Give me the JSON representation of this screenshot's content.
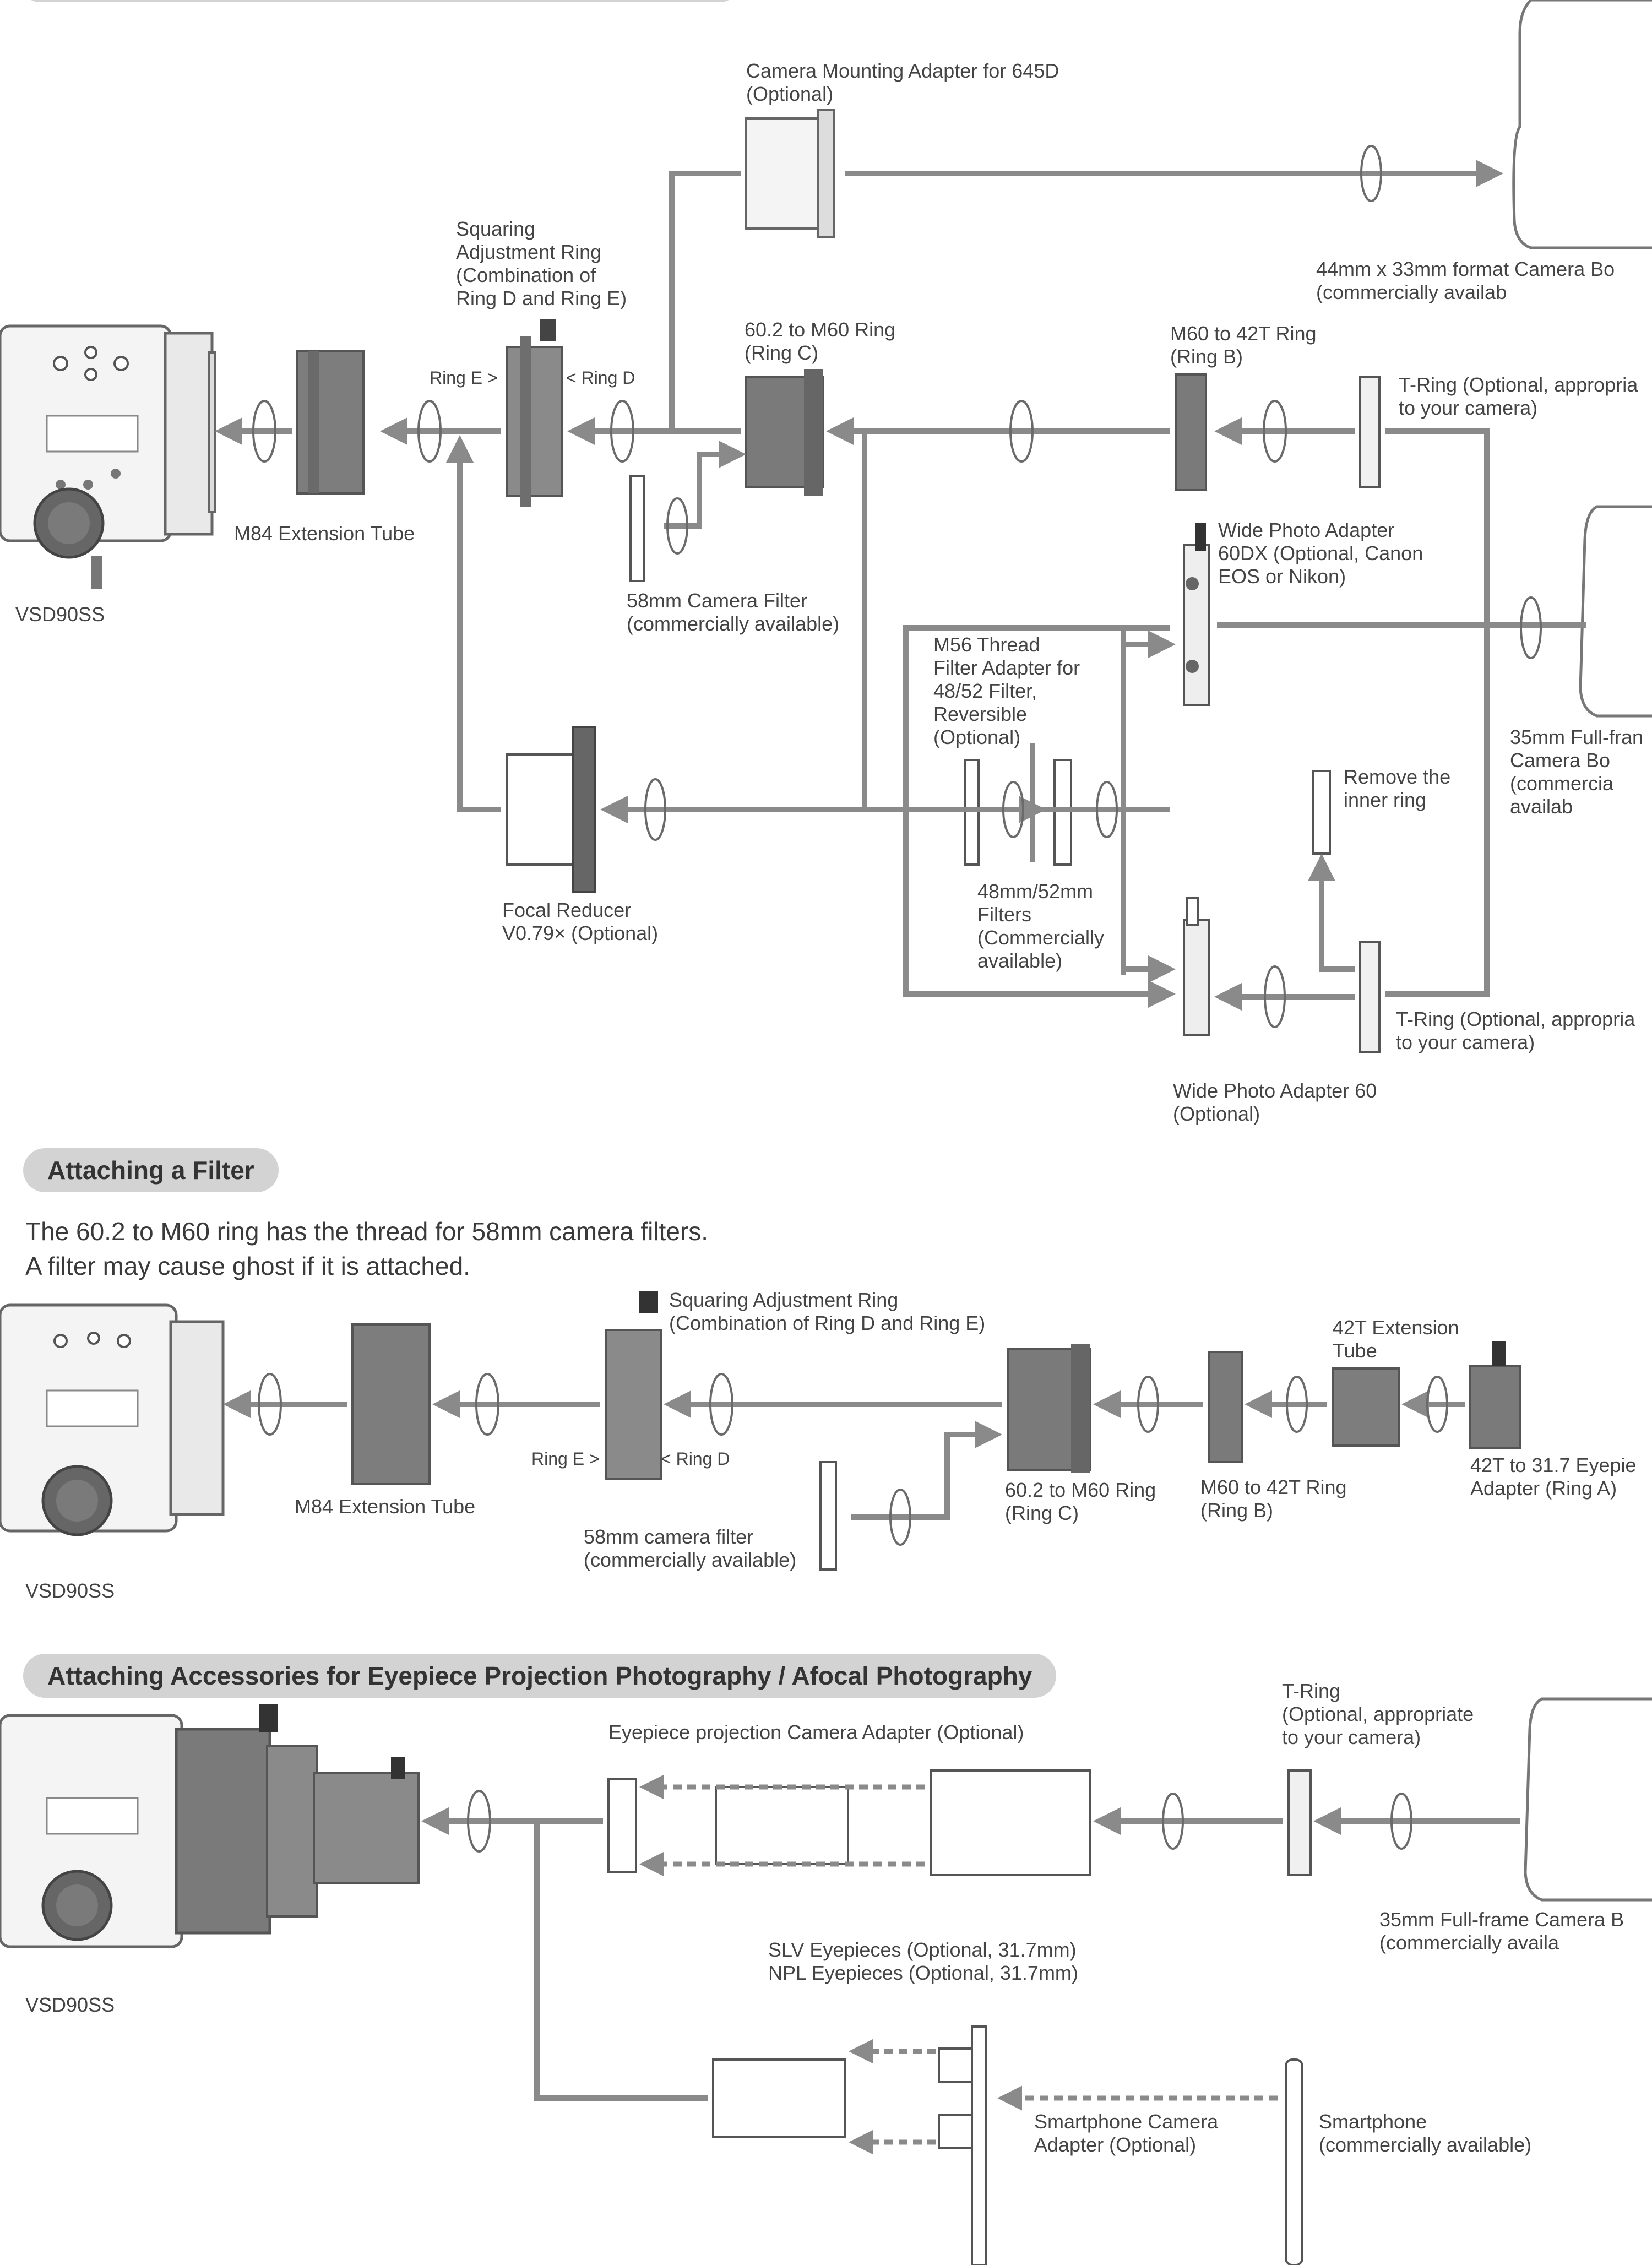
{
  "sections": {
    "filter_title": "Attaching a Filter",
    "filter_text_1": "The 60.2 to M60 ring has the thread for 58mm camera filters.",
    "filter_text_2": "A filter may cause ghost if it is attached.",
    "eyepiece_title": "Attaching Accessories for Eyepiece Projection Photography / Afocal Photography"
  },
  "labels": {
    "mount645": "Camera Mounting Adapter for 645D\n(Optional)",
    "cam44": "44mm x 33mm format Camera Bo\n(commercially availab",
    "squaring1": "Squaring\nAdjustment Ring\n(Combination of\nRing D and Ring E)",
    "ringE": "Ring E >",
    "ringD": "< Ring D",
    "ringC": "60.2 to M60 Ring\n(Ring C)",
    "ringB": "M60 to 42T Ring\n(Ring B)",
    "tring1": "T-Ring (Optional, appropria\nto your camera)",
    "m84_1": "M84 Extension Tube",
    "vsd1": "VSD90SS",
    "filter58_1": "58mm Camera Filter\n(commercially available)",
    "wide60dx": "Wide Photo Adapter\n60DX (Optional, Canon\nEOS or Nikon)",
    "m56": "M56 Thread\nFilter Adapter for\n48/52 Filter,\nReversible\n(Optional)",
    "cam35_1": "35mm Full-fran\nCamera Bo\n(commercia\navailab",
    "remove": "Remove the\ninner ring",
    "reducer": "Focal Reducer\nV0.79× (Optional)",
    "filters4852": "48mm/52mm\nFilters\n(Commercially\navailable)",
    "tring2": "T-Ring (Optional, appropria\nto your camera)",
    "wide60": "Wide Photo Adapter 60\n(Optional)",
    "squaring2": "Squaring Adjustment Ring\n(Combination of Ring D and Ring E)",
    "ext42": "42T Extension\nTube",
    "ringE2": "Ring E >",
    "ringD2": "< Ring D",
    "m84_2": "M84 Extension Tube",
    "filter58_2": "58mm camera filter\n(commercially available)",
    "ringC2": "60.2 to M60 Ring\n(Ring C)",
    "ringB2": "M60 to 42T Ring\n(Ring B)",
    "ringA": "42T to 31.7 Eyepie\nAdapter (Ring A)",
    "vsd2": "VSD90SS",
    "tring3": "T-Ring\n(Optional, appropriate\nto your camera)",
    "epadapter": "Eyepiece projection Camera Adapter (Optional)",
    "cam35_2": "35mm Full-frame Camera B\n(commercially availa",
    "slv": "SLV Eyepieces (Optional, 31.7mm)\nNPL Eyepieces (Optional, 31.7mm)",
    "vsd3": "VSD90SS",
    "phoneadapter": "Smartphone Camera\nAdapter (Optional)",
    "phone": "Smartphone\n(commercially available)"
  },
  "colors": {
    "line": "#8a8a8a",
    "part": "#9a9a9a",
    "pill": "#d3d3d3",
    "text": "#444444"
  }
}
